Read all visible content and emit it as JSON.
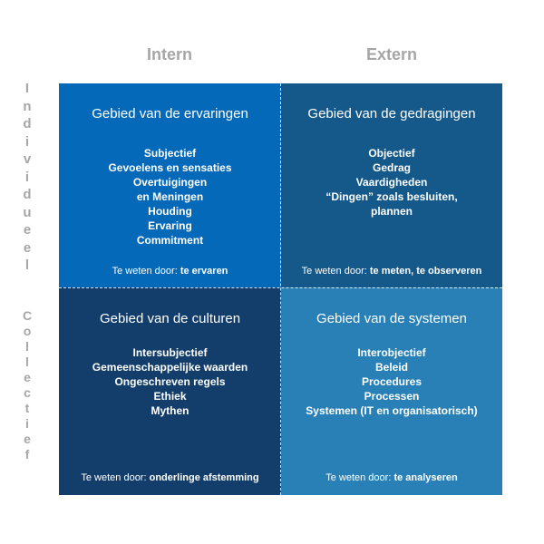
{
  "columns": {
    "intern": "Intern",
    "extern": "Extern"
  },
  "rows": {
    "individueel": [
      "I",
      "n",
      "d",
      "i",
      "v",
      "i",
      "d",
      "u",
      "e",
      "e",
      "l"
    ],
    "collectief": [
      "C",
      "o",
      "l",
      "l",
      "e",
      "c",
      "t",
      "i",
      "e",
      "f"
    ]
  },
  "quadrants": {
    "top_left": {
      "title": "Gebied van de ervaringen",
      "items": [
        "Subjectief",
        "Gevoelens en sensaties",
        "Overtuigingen",
        "en Meningen",
        "Houding",
        "Ervaring",
        "Commitment"
      ],
      "footer_prefix": "Te weten door: ",
      "footer_emphasis": "te ervaren"
    },
    "top_right": {
      "title": "Gebied van de gedragingen",
      "items": [
        "Objectief",
        "Gedrag",
        "Vaardigheden",
        "“Dingen” zoals besluiten,",
        "plannen"
      ],
      "footer_prefix": "Te weten door: ",
      "footer_emphasis": "te meten, te observeren"
    },
    "bottom_left": {
      "title": "Gebied van de culturen",
      "items": [
        "Intersubjectief",
        "Gemeenschappelijke waarden",
        "Ongeschreven regels",
        "Ethiek",
        "Mythen"
      ],
      "footer_prefix": "Te weten door: ",
      "footer_emphasis": "onderlinge afstemming"
    },
    "bottom_right": {
      "title": "Gebied van de systemen",
      "items": [
        "Interobjectief",
        "Beleid",
        "Procedures",
        "Processen",
        "Systemen (IT en organisatorisch)"
      ],
      "footer_prefix": "Te weten door: ",
      "footer_emphasis": "te analyseren"
    }
  },
  "colors": {
    "top_left": "#0469b8",
    "top_right": "#15588a",
    "bottom_left": "#133e6b",
    "bottom_right": "#2880b6",
    "header_text": "#a6a6a6"
  }
}
